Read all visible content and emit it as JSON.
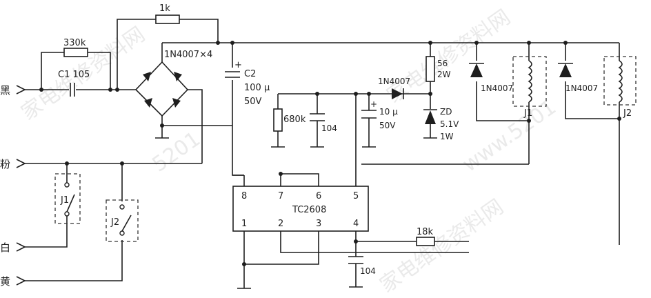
{
  "terminals": {
    "black": "黑",
    "pink": "粉",
    "white": "白",
    "yellow": "黄"
  },
  "components": {
    "r_1k": "1k",
    "r_330k": "330k",
    "c1": "C1  105",
    "bridge": "1N4007×4",
    "c2_name": "C2",
    "c2_value": "100 μ",
    "c2_voltage": "50V",
    "c2_plus": "+",
    "r_680k": "680k",
    "c_104_a": "104",
    "diode_1n4007": "1N4007",
    "c_10u_value": "10 μ",
    "c_10u_voltage": "50V",
    "c_10u_plus": "+",
    "r_56": "56",
    "r_56_power": "2W",
    "zener_name": "ZD",
    "zener_value": "5.1V",
    "zener_power": "1W",
    "d_j1": "1N4007",
    "d_j2": "1N4007",
    "relay_j1": "J1",
    "relay_j2": "J2",
    "switch_j1": "J1",
    "switch_j2": "J2",
    "r_18k": "18k",
    "c_104_b": "104"
  },
  "ic": {
    "name": "TC2608",
    "pins_top": [
      "8",
      "7",
      "6",
      "5"
    ],
    "pins_bottom": [
      "1",
      "2",
      "3",
      "4"
    ]
  },
  "watermarks": [
    "家电维修资料网",
    "5201",
    "www.5201"
  ]
}
